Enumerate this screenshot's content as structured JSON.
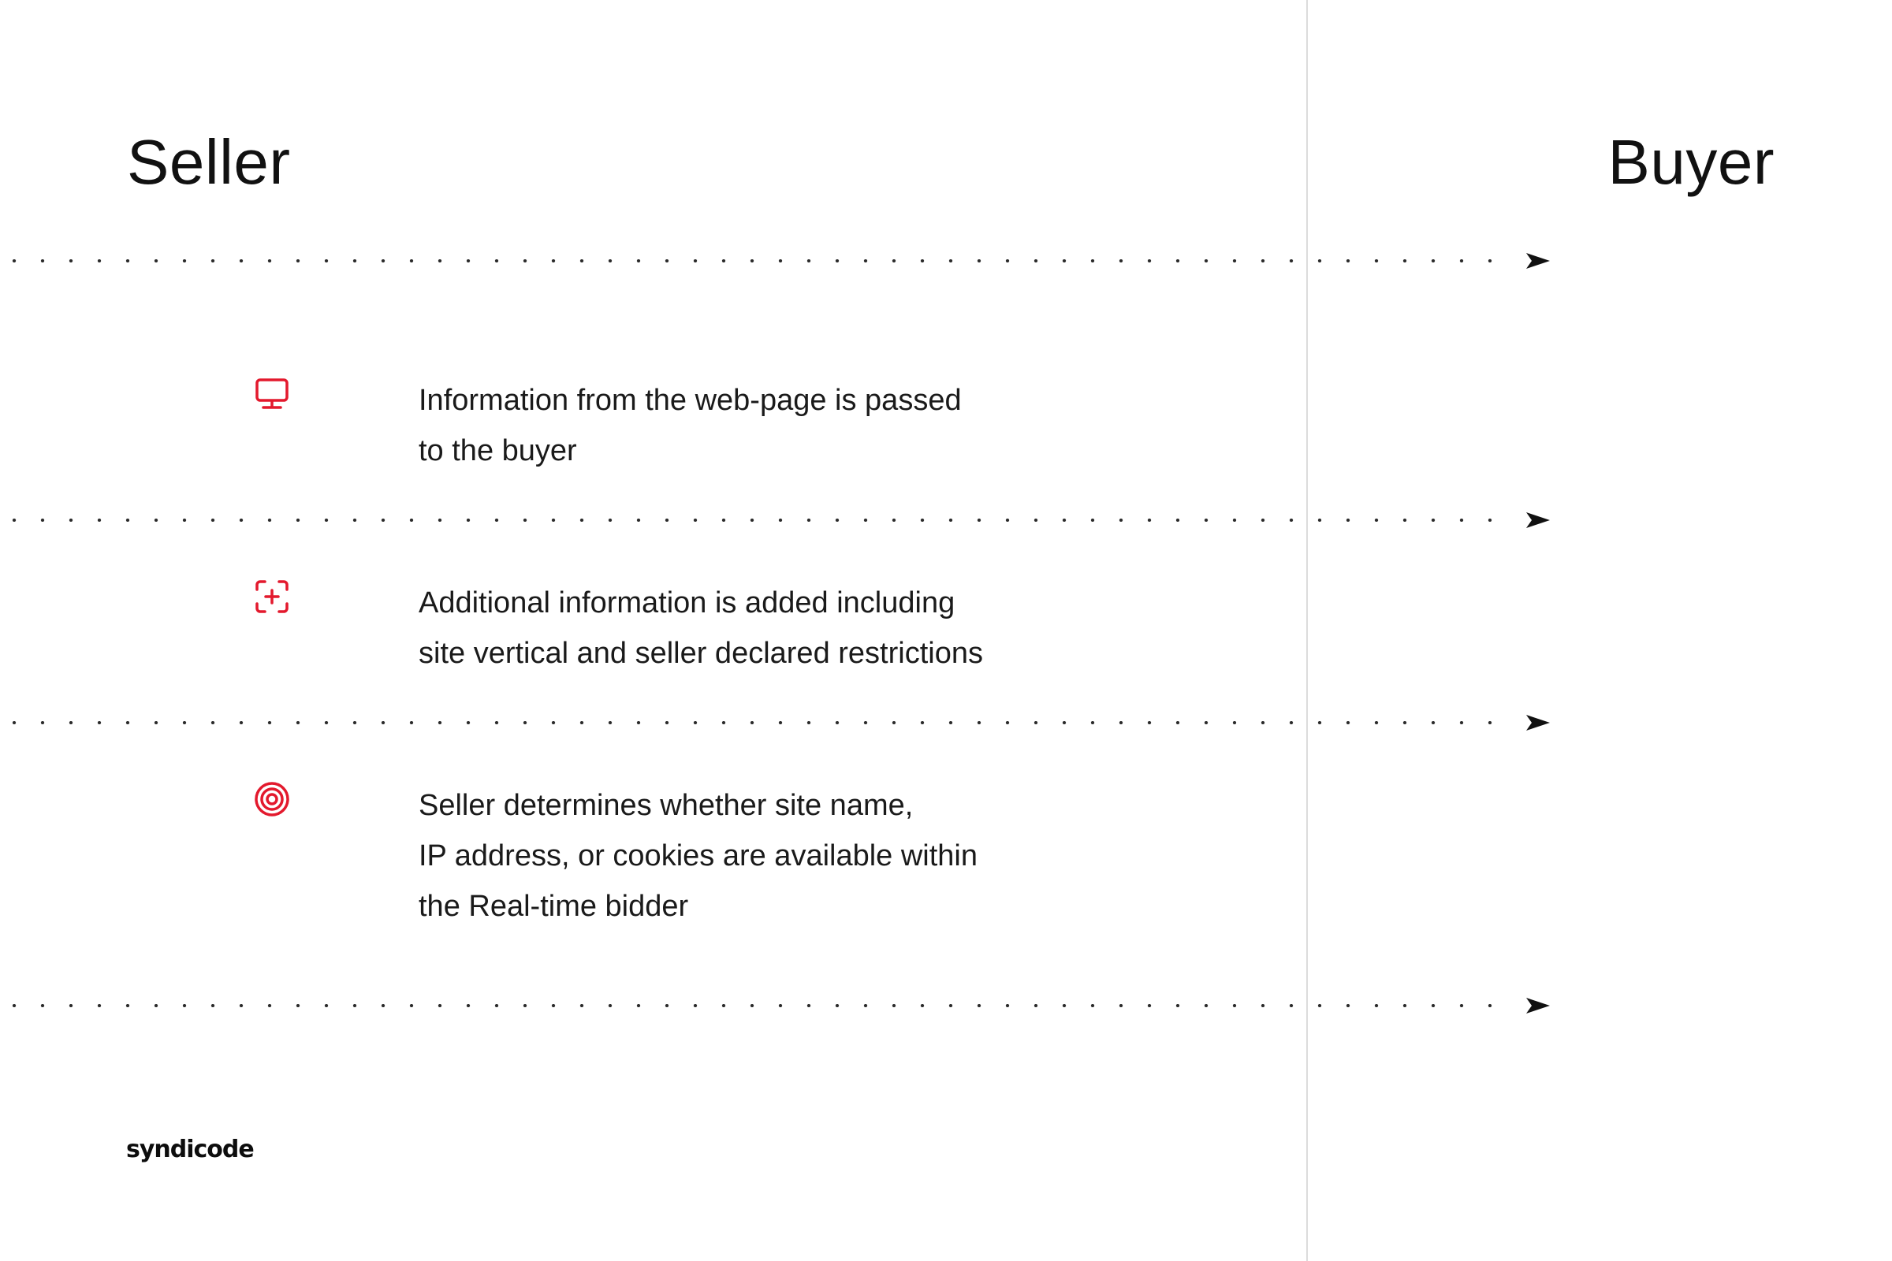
{
  "headings": {
    "seller": "Seller",
    "buyer": "Buyer"
  },
  "colors": {
    "accent": "#e3192d",
    "text": "#1a1a1a",
    "divider": "#dcdcdc",
    "arrow": "#111111"
  },
  "steps": [
    {
      "icon": "monitor-icon",
      "lines": [
        "Information from the web-page is passed",
        "to the buyer"
      ]
    },
    {
      "icon": "add-frame-icon",
      "lines": [
        "Additional information is added including",
        "site vertical and seller declared restrictions"
      ]
    },
    {
      "icon": "target-icon",
      "lines": [
        "Seller determines whether site name,",
        "IP address, or cookies are available within",
        "the Real-time bidder"
      ]
    }
  ],
  "logo": {
    "text": "syndicode"
  }
}
